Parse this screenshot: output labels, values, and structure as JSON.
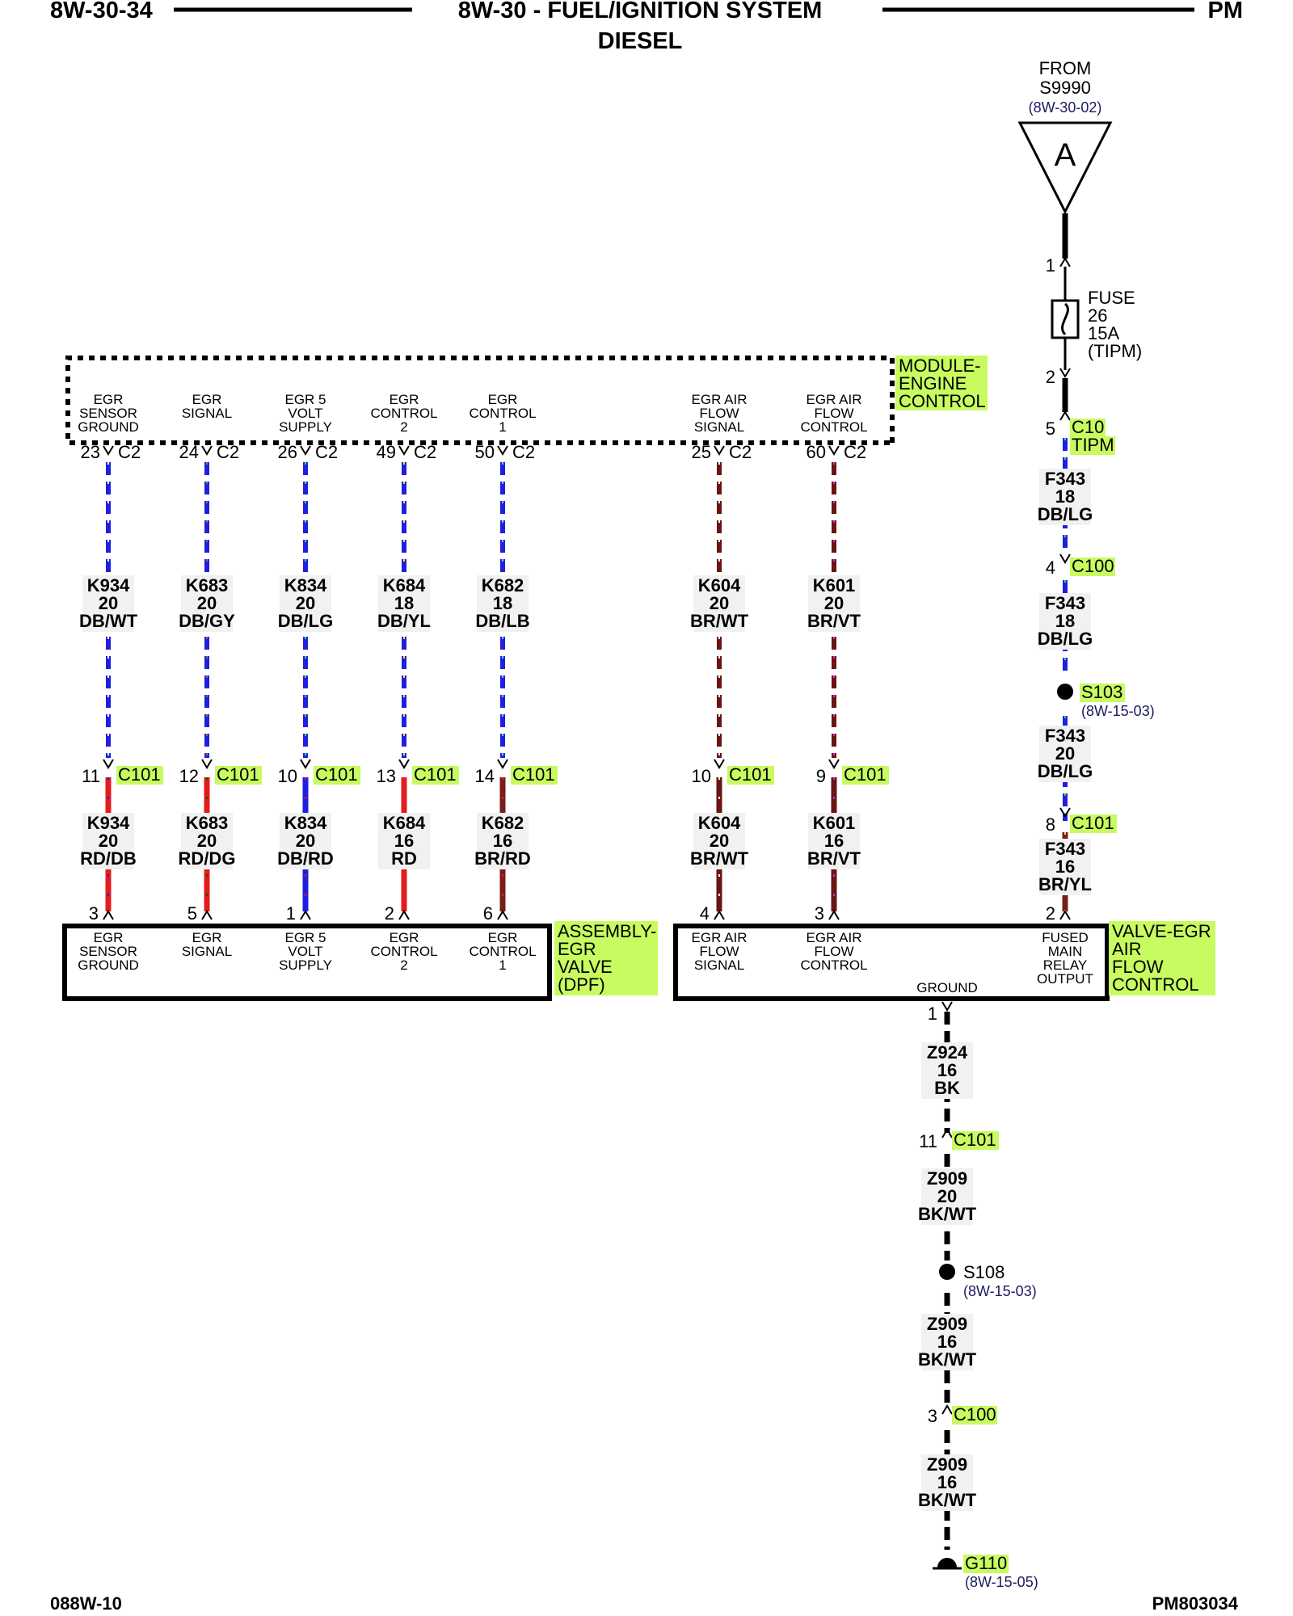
{
  "header": {
    "page_ref": "8W-30-34",
    "title": "8W-30 - FUEL/IGNITION SYSTEM",
    "subtitle": "DIESEL",
    "model": "PM"
  },
  "footer": {
    "left": "088W-10",
    "right": "PM803034"
  },
  "source": {
    "from_label": "FROM",
    "splice": "S9990",
    "ref": "(8W-30-02)",
    "symbol_letter": "A"
  },
  "fuse": {
    "lines": [
      "FUSE",
      "26",
      "15A",
      "(TIPM)"
    ],
    "pin_in": "1",
    "pin_out": "2"
  },
  "ecm": {
    "name_lines": [
      "MODULE-",
      "ENGINE",
      "CONTROL"
    ]
  },
  "egr_valve": {
    "name_lines": [
      "ASSEMBLY-",
      "EGR",
      "VALVE",
      "(DPF)"
    ]
  },
  "airflow_valve": {
    "name_lines": [
      "VALVE-EGR",
      "AIR",
      "FLOW",
      "CONTROL"
    ],
    "ground_label": "GROUND"
  },
  "circuits": [
    {
      "ecm_func": [
        "EGR",
        "SENSOR",
        "GROUND"
      ],
      "ecm_pin": "23",
      "ecm_conn": "C2",
      "upper_wire": [
        "K934",
        "20",
        "DB/WT"
      ],
      "mid_pin": "11",
      "mid_conn": "C101",
      "lower_wire": [
        "K934",
        "20",
        "RD/DB"
      ],
      "dev_pin": "3",
      "dev_func": [
        "EGR",
        "SENSOR",
        "GROUND"
      ],
      "upper_color": "#1f1fe0",
      "upper_stripe": "#ffffff",
      "lower_color": "#e41c1c",
      "lower_stripe": "#1f1fe0"
    },
    {
      "ecm_func": [
        "EGR",
        "SIGNAL"
      ],
      "ecm_pin": "24",
      "ecm_conn": "C2",
      "upper_wire": [
        "K683",
        "20",
        "DB/GY"
      ],
      "mid_pin": "12",
      "mid_conn": "C101",
      "lower_wire": [
        "K683",
        "20",
        "RD/DG"
      ],
      "dev_pin": "5",
      "dev_func": [
        "EGR",
        "SIGNAL"
      ],
      "upper_color": "#1f1fe0",
      "upper_stripe": "#707070",
      "lower_color": "#e41c1c",
      "lower_stripe": "#0a5a0a"
    },
    {
      "ecm_func": [
        "EGR 5",
        "VOLT",
        "SUPPLY"
      ],
      "ecm_pin": "26",
      "ecm_conn": "C2",
      "upper_wire": [
        "K834",
        "20",
        "DB/LG"
      ],
      "mid_pin": "10",
      "mid_conn": "C101",
      "lower_wire": [
        "K834",
        "20",
        "DB/RD"
      ],
      "dev_pin": "1",
      "dev_func": [
        "EGR 5",
        "VOLT",
        "SUPPLY"
      ],
      "upper_color": "#1f1fe0",
      "upper_stripe": "#44d070",
      "lower_color": "#1f1fe0",
      "lower_stripe": "#e41c1c"
    },
    {
      "ecm_func": [
        "EGR",
        "CONTROL",
        "2"
      ],
      "ecm_pin": "49",
      "ecm_conn": "C2",
      "upper_wire": [
        "K684",
        "18",
        "DB/YL"
      ],
      "mid_pin": "13",
      "mid_conn": "C101",
      "lower_wire": [
        "K684",
        "16",
        "RD"
      ],
      "dev_pin": "2",
      "dev_func": [
        "EGR",
        "CONTROL",
        "2"
      ],
      "upper_color": "#1f1fe0",
      "upper_stripe": "#f2e21a",
      "lower_color": "#e41c1c",
      "lower_stripe": "#e41c1c"
    },
    {
      "ecm_func": [
        "EGR",
        "CONTROL",
        "1"
      ],
      "ecm_pin": "50",
      "ecm_conn": "C2",
      "upper_wire": [
        "K682",
        "18",
        "DB/LB"
      ],
      "mid_pin": "14",
      "mid_conn": "C101",
      "lower_wire": [
        "K682",
        "16",
        "BR/RD"
      ],
      "dev_pin": "6",
      "dev_func": [
        "EGR",
        "CONTROL",
        "1"
      ],
      "upper_color": "#1f1fe0",
      "upper_stripe": "#78b8f0",
      "lower_color": "#7a1c1c",
      "lower_stripe": "#e41c1c"
    },
    {
      "ecm_func": [
        "EGR AIR",
        "FLOW",
        "SIGNAL"
      ],
      "ecm_pin": "25",
      "ecm_conn": "C2",
      "upper_wire": [
        "K604",
        "20",
        "BR/WT"
      ],
      "mid_pin": "10",
      "mid_conn": "C101",
      "lower_wire": [
        "K604",
        "20",
        "BR/WT"
      ],
      "dev_pin": "4",
      "dev_func": [
        "EGR AIR",
        "FLOW",
        "SIGNAL"
      ],
      "upper_color": "#6a1414",
      "upper_stripe": "#ffffff",
      "lower_color": "#6a1414",
      "lower_stripe": "#ffffff"
    },
    {
      "ecm_func": [
        "EGR AIR",
        "FLOW",
        "CONTROL"
      ],
      "ecm_pin": "60",
      "ecm_conn": "C2",
      "upper_wire": [
        "K601",
        "20",
        "BR/VT"
      ],
      "mid_pin": "9",
      "mid_conn": "C101",
      "lower_wire": [
        "K601",
        "16",
        "BR/VT"
      ],
      "dev_pin": "3",
      "dev_func": [
        "EGR AIR",
        "FLOW",
        "CONTROL"
      ],
      "upper_color": "#6a1414",
      "upper_stripe": "#e020d0",
      "lower_color": "#6a1414",
      "lower_stripe": "#e020d0"
    }
  ],
  "feed": {
    "c10_pin": "5",
    "c10_conn": "C10",
    "c10_conn2": "TIPM",
    "wire1": [
      "F343",
      "18",
      "DB/LG"
    ],
    "c100_pin": "4",
    "c100_conn": "C100",
    "wire2": [
      "F343",
      "18",
      "DB/LG"
    ],
    "splice": "S103",
    "splice_ref": "(8W-15-03)",
    "wire3": [
      "F343",
      "20",
      "DB/LG"
    ],
    "c101_pin": "8",
    "c101_conn": "C101",
    "wire4": [
      "F343",
      "16",
      "BR/YL"
    ],
    "dev_pin": "2",
    "dev_func": [
      "FUSED",
      "MAIN",
      "RELAY",
      "OUTPUT"
    ]
  },
  "ground": {
    "dev_pin": "1",
    "wire1": [
      "Z924",
      "16",
      "BK"
    ],
    "c101_pin": "11",
    "c101_conn": "C101",
    "wire2": [
      "Z909",
      "20",
      "BK/WT"
    ],
    "splice": "S108",
    "splice_ref": "(8W-15-03)",
    "wire3": [
      "Z909",
      "16",
      "BK/WT"
    ],
    "c100_pin": "3",
    "c100_conn": "C100",
    "wire4": [
      "Z909",
      "16",
      "BK/WT"
    ],
    "ground_point": "G110",
    "ground_ref": "(8W-15-05)"
  },
  "colors": {
    "highlight": "#c7fb60",
    "reference_text": "#1a1a60",
    "black_wire": "#000000",
    "db": "#1f1fe0",
    "lg": "#44d070"
  }
}
